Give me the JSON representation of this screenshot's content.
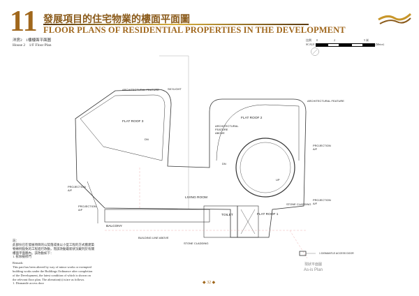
{
  "header": {
    "number": "11",
    "title_zh": "發展項目的住宅物業的樓面平面圖",
    "title_en": "FLOOR PLANS OF RESIDENTIAL PROPERTIES IN THE DEVELOPMENT"
  },
  "subtitle": {
    "zh": "洋房2　1樓樓面平面圖",
    "en": "House 2　1/F Floor Plan"
  },
  "scale": {
    "label_zh": "比例",
    "label_en": "SCALE",
    "ticks": [
      "0",
      "2",
      "5"
    ],
    "unit": "(Metre)",
    "unit_short": "米"
  },
  "plan_labels": {
    "arch_feature": "ARCHITECTURAL FEATURE",
    "skylight": "SKYLIGHT",
    "flat_roof_3": "FLAT ROOF 3",
    "flat_roof_2": "FLAT ROOF 2",
    "flat_roof_1": "FLAT ROOF 1",
    "arch_feature_above": "ARCHITECTURAL FEATURE ABOVE",
    "dn": "DN",
    "up": "UP",
    "living_room": "LIVING ROOM",
    "toilet": "TOILET",
    "balcony": "BALCONY",
    "projection": "PROJECTION A/F",
    "building_line": "BUILDING LINE ABOVE",
    "stone_cladding": "STONE CLADDING",
    "dismantle": "1 DISMANTLE ACCESS DOOR"
  },
  "remark": {
    "zh_title": "註：",
    "zh_body": "此部份已在發展項目的公契落成後以小型工程的方式獲建築物條例豁免的工程進行改動，而該改動最新狀況載列於有關樓面平面圖內。該改動如下：",
    "zh_item": "1. 拆除檢修門",
    "title": "Remark:",
    "body": "This part has been altered by way of minor works or exempted building works under the Buildings Ordinance after completion of the Development, the latest condition of which is shown on the relevant floor plan. The alteration(s) is/are as follows.",
    "item": "1.   Dismantle access door"
  },
  "asis": {
    "zh": "現狀平面圖",
    "en": "As-is Plan"
  },
  "page_number": "32",
  "colors": {
    "gold": "#a0671c"
  }
}
